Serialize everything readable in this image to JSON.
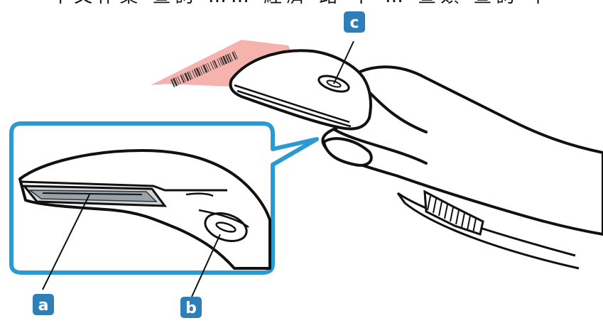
{
  "caption": {
    "text": "中文作業 查詢 …… 經濟 路 中 … 查類 查詢 中"
  },
  "callouts": [
    {
      "id": "a",
      "label": "a"
    },
    {
      "id": "b",
      "label": "b"
    },
    {
      "id": "c",
      "label": "c"
    }
  ],
  "colors": {
    "callout_fill": "#2e7fb7",
    "inset_border": "#2b9ad0",
    "scan_beam": "#f3a8a3",
    "outline": "#111111"
  }
}
